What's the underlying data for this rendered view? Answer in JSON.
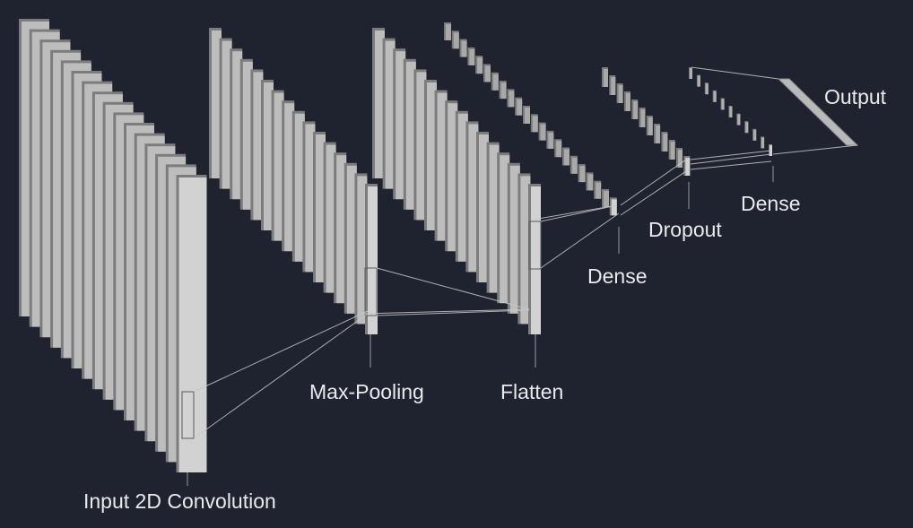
{
  "labels": {
    "input": "Input 2D Convolution",
    "maxpool": "Max-Pooling",
    "flatten": "Flatten",
    "dense1": "Dense",
    "dropout": "Dropout",
    "dense2": "Dense",
    "output": "Output"
  },
  "colors": {
    "background": "#1f2330",
    "layer_front": "#d2d2d2",
    "layer_edge": "#8a8a8a",
    "layer_mid": "#b8b8b8",
    "line": "#c7c7c7",
    "text": "#e9eaec"
  },
  "layers": [
    {
      "id": "input",
      "label_key": "input",
      "depth": 16
    },
    {
      "id": "maxpool",
      "label_key": "maxpool",
      "depth": 16
    },
    {
      "id": "flatten",
      "label_key": "flatten",
      "depth": 16
    },
    {
      "id": "flatten-vector",
      "depth": 22
    },
    {
      "id": "dense1",
      "label_key": "dense1",
      "depth": 10
    },
    {
      "id": "dense2",
      "label_key": "dense2",
      "depth": 10
    },
    {
      "id": "output",
      "label_key": "output",
      "depth": 1
    }
  ]
}
